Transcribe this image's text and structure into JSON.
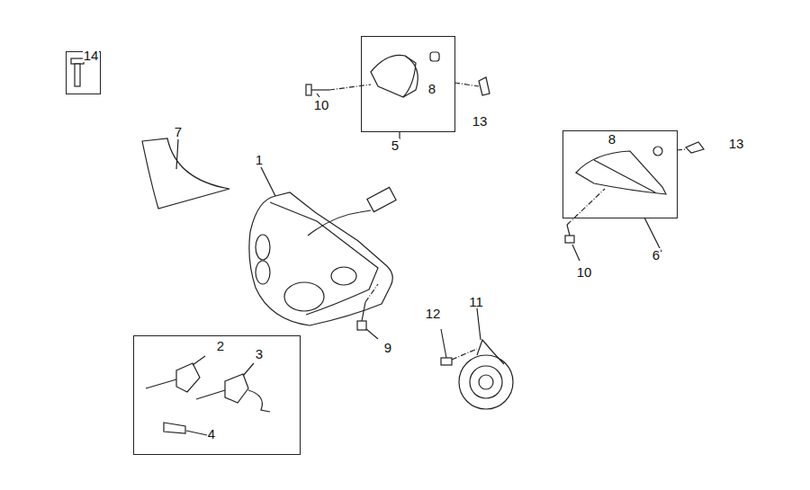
{
  "diagram": {
    "nodes": [
      {
        "text": [
          "14"
        ]
      },
      {
        "text": [
          "8",
          "5"
        ]
      },
      {
        "text": [
          "8",
          "6"
        ]
      },
      {
        "text": [
          "2",
          "3",
          "4"
        ]
      }
    ],
    "labels": [
      "10",
      "13",
      "7",
      "1",
      "9",
      "12",
      "11",
      "10",
      "13"
    ]
  }
}
